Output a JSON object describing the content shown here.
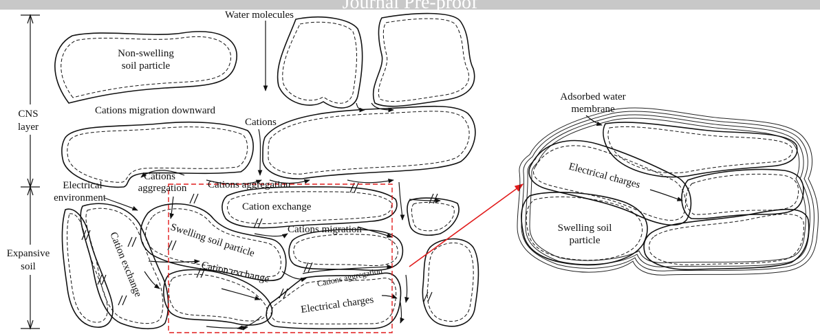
{
  "banner": "Journal Pre-proof",
  "left_labels": {
    "cns_1": "CNS",
    "cns_2": "layer",
    "expansive_1": "Expansive",
    "expansive_2": "soil"
  },
  "labels": {
    "water_molecules": "Water molecules",
    "non_swelling_1": "Non-swelling",
    "non_swelling_2": "soil particle",
    "cations_migration_downward": "Cations migration downward",
    "cations": "Cations",
    "cations_aggregation_left_1": "Cations",
    "cations_aggregation_left_2": "aggregation",
    "cations_aggregation_mid": "Cations aggregation",
    "electrical_environment_1": "Electrical",
    "electrical_environment_2": "environment",
    "cation_exchange_top": "Cation exchange",
    "cations_migration": "Cations migration",
    "swelling_soil_particle": "Swelling soil particle",
    "cation_exchange_vertical": "Cation exchange",
    "cation_exchange_bottom": "Cation exchange",
    "cations_aggregation_small": "Cations aggregation",
    "electrical_charges": "Electrical charges"
  },
  "inset": {
    "adsorbed_1": "Adsorbed water",
    "adsorbed_2": "membrane",
    "electrical_charges": "Electrical charges",
    "swelling_1": "Swelling soil",
    "swelling_2": "particle"
  },
  "colors": {
    "highlight": "#e11b1b",
    "line": "#111111",
    "banner": "#c8c8c8"
  }
}
